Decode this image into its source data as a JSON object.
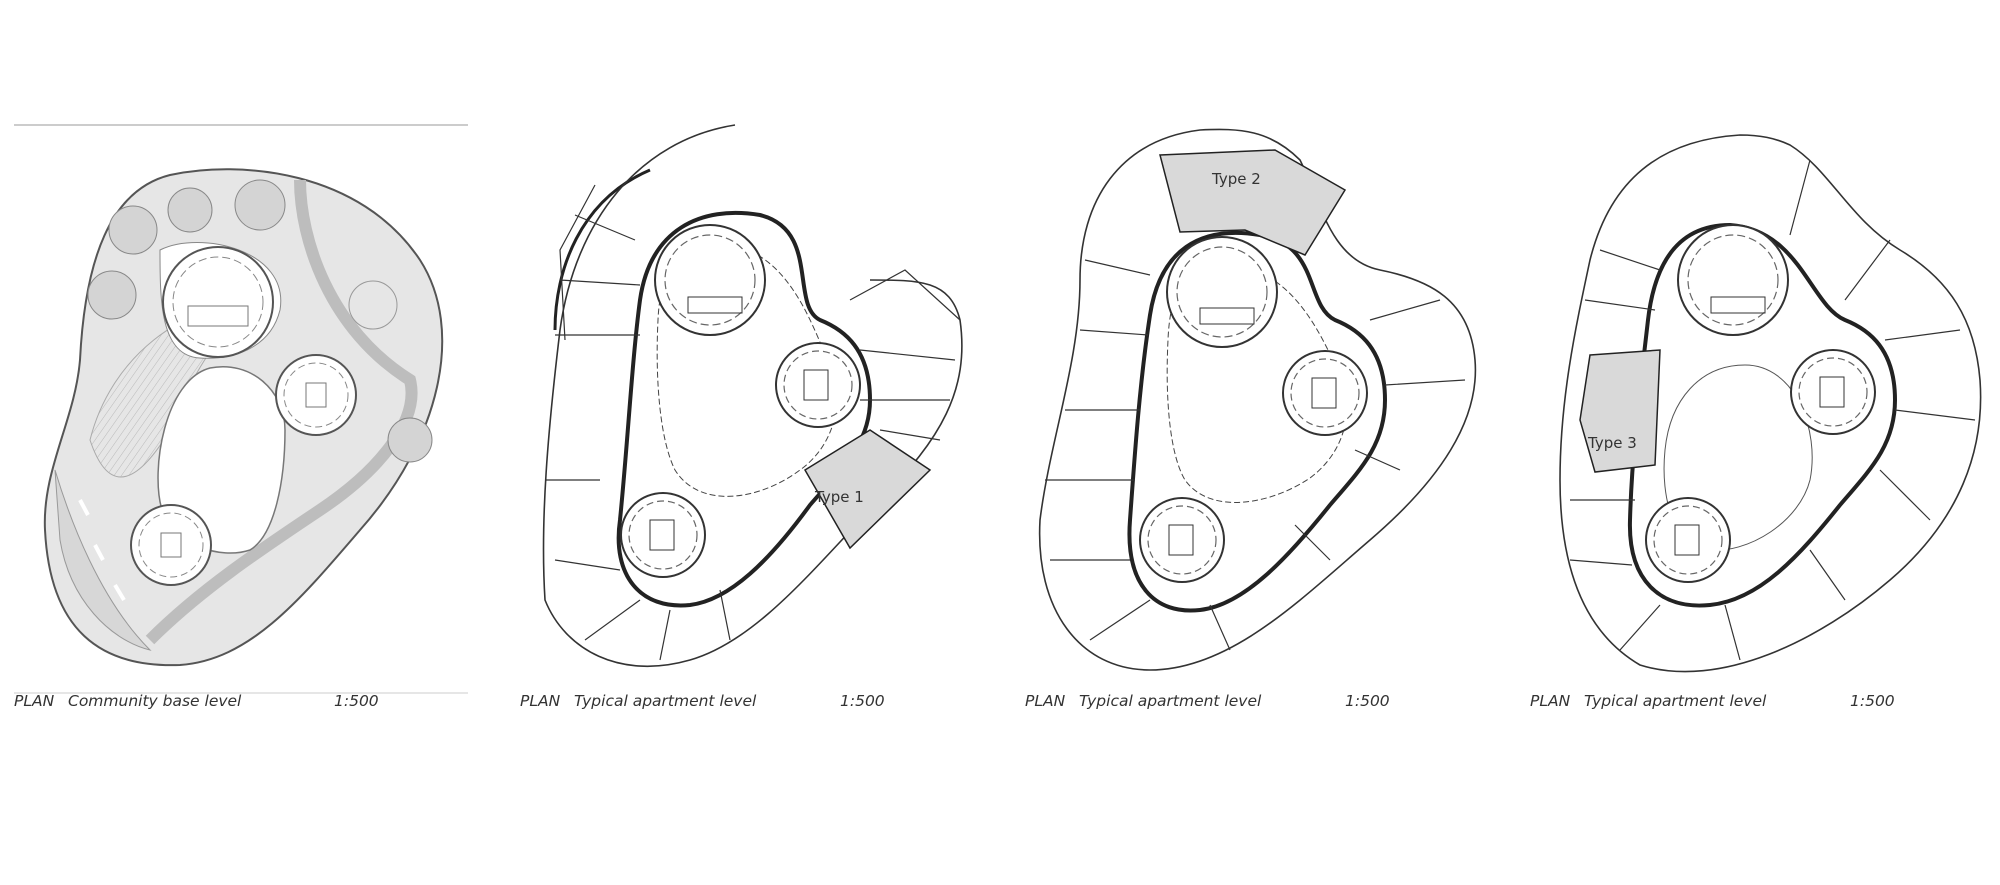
{
  "plans": [
    {
      "id": "community-base",
      "plan_label": "PLAN",
      "title": "Community base level",
      "scale": "1:500",
      "unit_label": ""
    },
    {
      "id": "typical-1",
      "plan_label": "PLAN",
      "title": "Typical apartment level",
      "scale": "1:500",
      "unit_label": "Type 1"
    },
    {
      "id": "typical-2",
      "plan_label": "PLAN",
      "title": "Typical apartment level",
      "scale": "1:500",
      "unit_label": "Type 2"
    },
    {
      "id": "typical-3",
      "plan_label": "PLAN",
      "title": "Typical apartment level",
      "scale": "1:500",
      "unit_label": "Type 3"
    }
  ],
  "colors": {
    "line": "#222222",
    "site_fill": "#e6e6e6",
    "highlight": "#d9d9d9"
  }
}
